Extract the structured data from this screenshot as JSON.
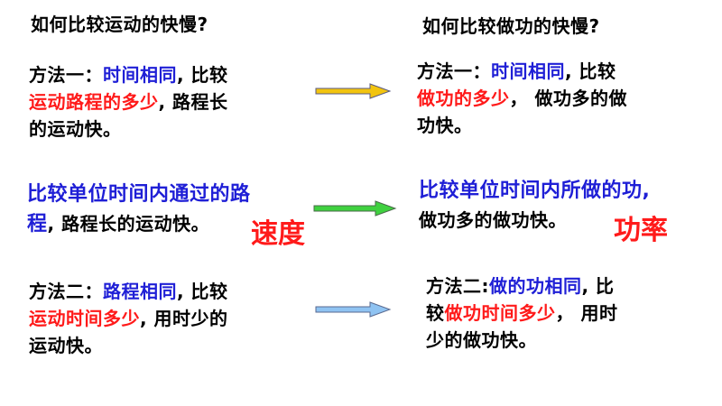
{
  "left": {
    "title": "如何比较运动的快慢?",
    "m1": {
      "p1": "方法一：",
      "p2": "时间相同",
      "p3": ", 比较",
      "p4": "运动路程的多少",
      "p5": ", 路程长",
      "p6": "的运动快。"
    },
    "unit": {
      "p1": "比较单位时间内通过的路",
      "p2": "程",
      "p3": ", 路程长的运动快。"
    },
    "term": "速度",
    "m2": {
      "p1": "方法二：",
      "p2": "路程相同",
      "p3": ", 比较",
      "p4": "运动时间多少",
      "p5": ", 用时少的",
      "p6": "运动快。"
    }
  },
  "right": {
    "title": "如何比较做功的快慢?",
    "m1": {
      "p1": "方法一：",
      "p2": "时间相同",
      "p3": ", 比较",
      "p4": "做功的多少",
      "p5": "， 做功多的做",
      "p6": "功快。"
    },
    "unit": {
      "p1": "比较单位时间内所做的功,",
      "p2": "做功多的做功快。"
    },
    "term": "功率",
    "m2": {
      "p1": "方法二:",
      "p2": "做的功相同",
      "p3": ", 比",
      "p4": "较",
      "p5": "做功时间多少",
      "p6": "， 用时",
      "p7": "少的做功快。"
    }
  },
  "colors": {
    "blue": "#1f1fd6",
    "red": "#ff1a1a",
    "arrow1": "#f2c40f",
    "arrow2": "#3fd13f",
    "arrow3": "#8fc3f2"
  }
}
